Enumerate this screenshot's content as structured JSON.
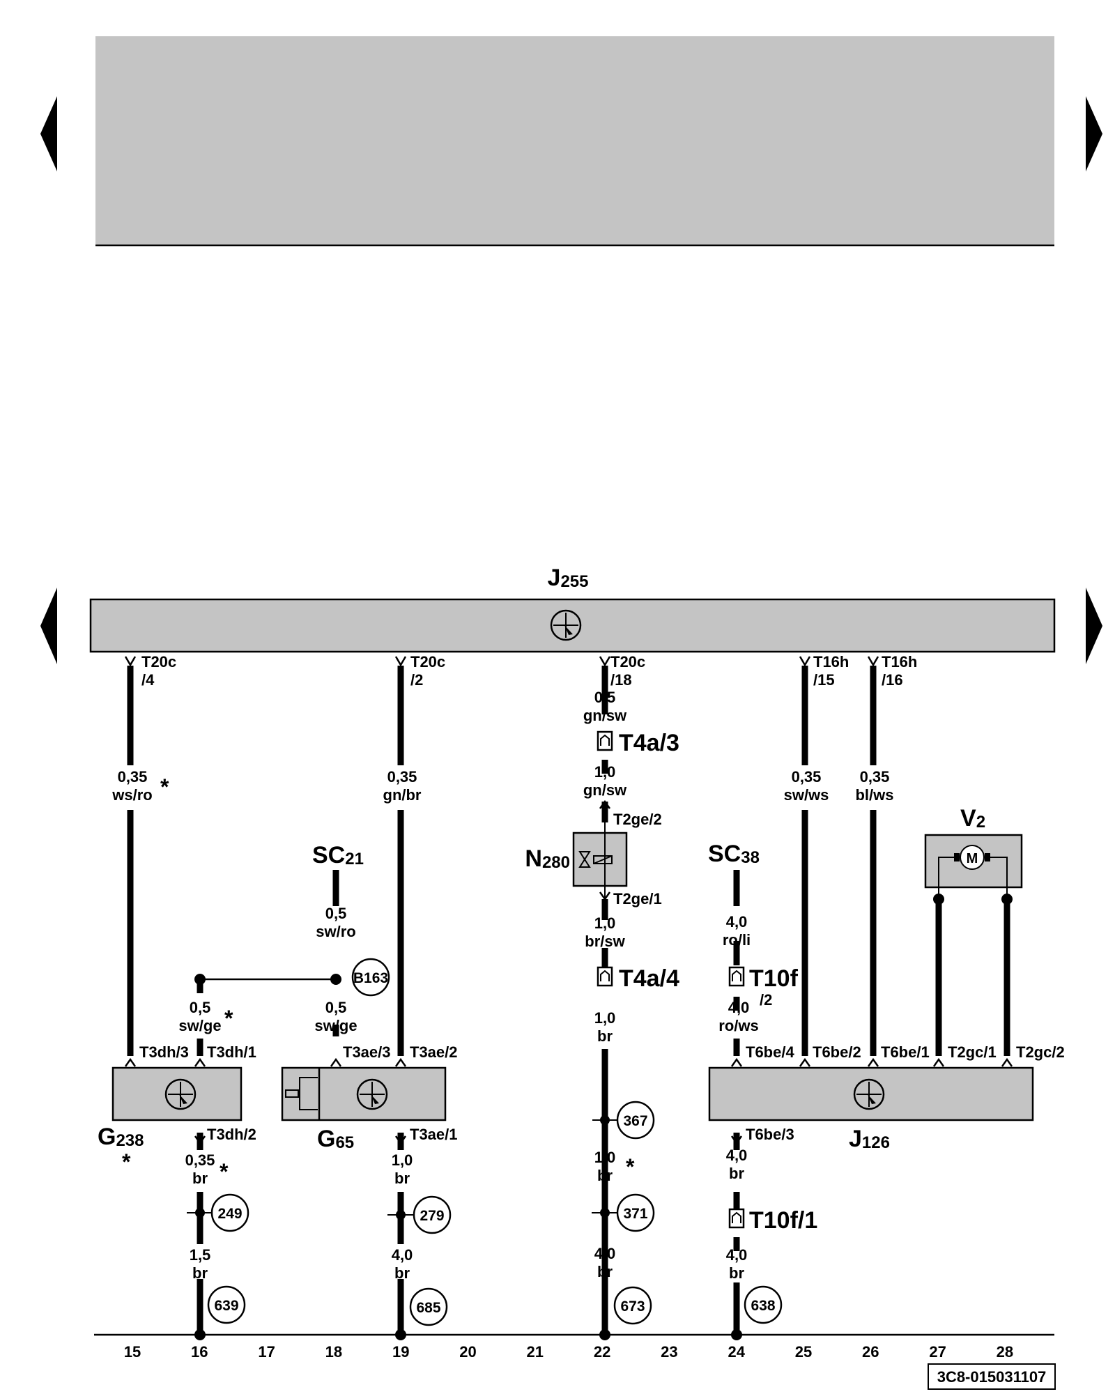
{
  "diagram": {
    "control_unit": {
      "name": "J",
      "sub": "255"
    },
    "connectors": {
      "c1": [
        "T20c",
        "/4"
      ],
      "c2": [
        "T20c",
        "/2"
      ],
      "c3": [
        "T20c",
        "/18"
      ],
      "c4": [
        "T16h",
        "/15"
      ],
      "c5": [
        "T16h",
        "/16"
      ]
    },
    "wires": {
      "w15": [
        "0,35",
        "ws/ro"
      ],
      "w19": [
        "0,35",
        "gn/br"
      ],
      "w22a": [
        "0,5",
        "gn/sw"
      ],
      "w22b": [
        "1,0",
        "gn/sw"
      ],
      "w22c": [
        "1,0",
        "br/sw"
      ],
      "w22d": [
        "1,0",
        "br"
      ],
      "w25": [
        "0,35",
        "sw/ws"
      ],
      "w26": [
        "0,35",
        "bl/ws"
      ],
      "sc21": [
        "0,5",
        "sw/ro"
      ],
      "sc38": [
        "4,0",
        "ro/li"
      ],
      "w16a": [
        "0,5",
        "sw/ge"
      ],
      "w18a": [
        "0,5",
        "sw/ge"
      ],
      "w24b": [
        "4,0",
        "ro/ws"
      ],
      "w16b": [
        "0,35",
        "br"
      ],
      "w16c": [
        "1,5",
        "br"
      ],
      "w19b": [
        "1,0",
        "br"
      ],
      "w19c": [
        "4,0",
        "br"
      ],
      "w22e": [
        "1,0",
        "br"
      ],
      "w22f": [
        "4,0",
        "br"
      ],
      "w24c": [
        "4,0",
        "br"
      ],
      "w24d": [
        "4,0",
        "br"
      ]
    },
    "inline_connectors": {
      "t4a3": "T4a/3",
      "t4a4": "T4a/4",
      "t10f2": [
        "T10f",
        "/2"
      ],
      "t10f1": "T10f/1"
    },
    "pins": {
      "t2ge2": "T2ge/2",
      "t2ge1": "T2ge/1",
      "t3dh3": "T3dh/3",
      "t3dh1": "T3dh/1",
      "t3dh2": "T3dh/2",
      "t3ae3": "T3ae/3",
      "t3ae2": "T3ae/2",
      "t3ae1": "T3ae/1",
      "t6be4": "T6be/4",
      "t6be2": "T6be/2",
      "t6be1": "T6be/1",
      "t2gc1": "T2gc/1",
      "t2gc2": "T2gc/2",
      "t6be3": "T6be/3"
    },
    "components": {
      "sc21": [
        "SC",
        "21"
      ],
      "sc38": [
        "SC",
        "38"
      ],
      "n280": [
        "N",
        "280"
      ],
      "v2": [
        "V",
        "2"
      ],
      "g238": [
        "G",
        "238"
      ],
      "g65": [
        "G",
        "65"
      ],
      "j126": [
        "J",
        "126"
      ],
      "motor": "M"
    },
    "circles": {
      "b163": "B163",
      "c367": "367",
      "c249": "249",
      "c279": "279",
      "c371": "371",
      "c639": "639",
      "c685": "685",
      "c673": "673",
      "c638": "638"
    },
    "asterisk": "*",
    "grid_numbers": [
      "15",
      "16",
      "17",
      "18",
      "19",
      "20",
      "21",
      "22",
      "23",
      "24",
      "25",
      "26",
      "27",
      "28"
    ],
    "reference": "3C8-015031107"
  }
}
